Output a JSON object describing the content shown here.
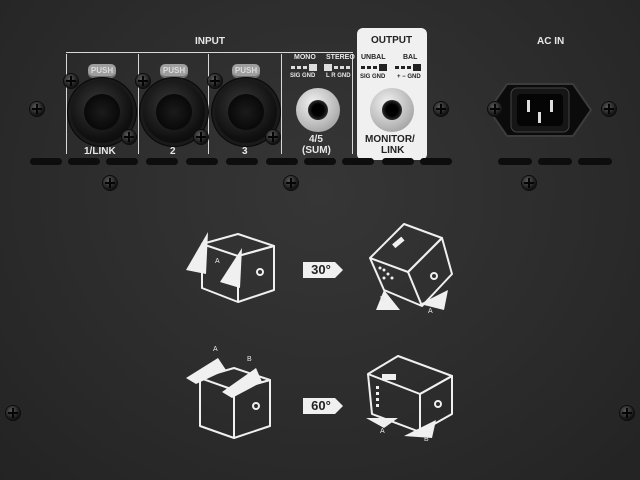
{
  "panel": {
    "input_heading": "INPUT",
    "output_heading": "OUTPUT",
    "ac_in_label": "AC IN",
    "push_label": "PUSH",
    "channels": [
      "1/LINK",
      "2",
      "3"
    ],
    "mono_label": "MONO",
    "mono_switch_label": "SIG GND",
    "stereo_label": "STEREO",
    "stereo_switch_label": "L R GND",
    "sum_input_label_line1": "4/5",
    "sum_input_label_line2": "(SUM)",
    "unbal_label": "UNBAL",
    "unbal_switch_label": "SIG GND",
    "bal_label": "BAL",
    "bal_switch_label": "+ − GND",
    "output_label_line1": "MONITOR/",
    "output_label_line2": "LINK"
  },
  "diagrams": {
    "angle_30_label": "30°",
    "angle_60_label": "60°",
    "foot_a_label": "A",
    "foot_b_label": "B"
  }
}
